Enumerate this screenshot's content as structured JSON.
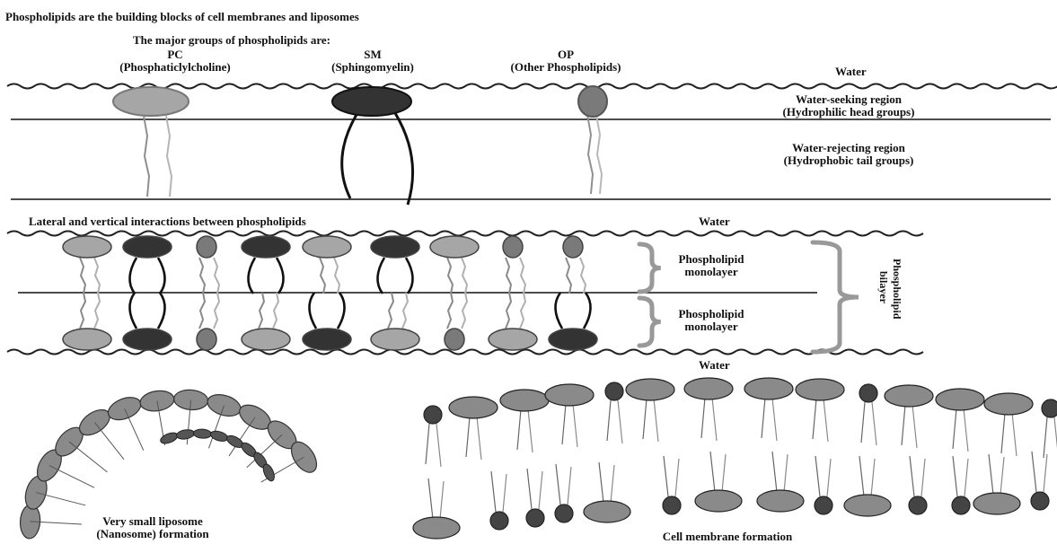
{
  "title": "Phospholipids are the building blocks of cell membranes and liposomes",
  "groups_heading": "The major groups of phospholipids are:",
  "groups": [
    {
      "abbr": "PC",
      "name": "(Phosphaticlylcholine)",
      "color": "#a6a6a6"
    },
    {
      "abbr": "SM",
      "name": "(Sphingomyelin)",
      "color": "#333333"
    },
    {
      "abbr": "OP",
      "name": "(Other Phospholipids)",
      "color": "#7a7a7a"
    }
  ],
  "water_label": "Water",
  "regions": {
    "hydrophilic_title": "Water-seeking region",
    "hydrophilic_sub": "(Hydrophilic head groups)",
    "hydrophobic_title": "Water-rejecting region",
    "hydrophobic_sub": "(Hydrophobic tail groups)"
  },
  "bilayer_section": {
    "heading": "Lateral and vertical interactions between phospholipids",
    "monolayer_line1": "Phospholipid",
    "monolayer_line2": "monolayer",
    "bilayer_line1": "Phospholipid",
    "bilayer_line2": "bilayer",
    "top_row": [
      "PC",
      "SM",
      "OP",
      "SM",
      "PC",
      "SM",
      "PC",
      "OP",
      "OP"
    ],
    "bottom_row": [
      "PC",
      "SM",
      "OP",
      "PC",
      "SM",
      "PC",
      "OP",
      "PC",
      "SM"
    ]
  },
  "formations": {
    "liposome_line1": "Very small liposome",
    "liposome_line2": "(Nanosome) formation",
    "membrane": "Cell membrane formation"
  }
}
